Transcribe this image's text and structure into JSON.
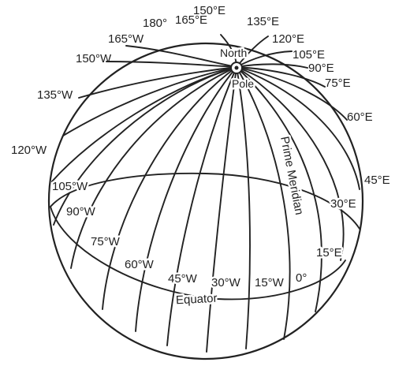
{
  "labels": {
    "north": "North",
    "pole": "Pole",
    "prime_meridian": "Prime Meridian",
    "equator": "Equator"
  },
  "longitudes": {
    "e150": "150°E",
    "e165": "165°E",
    "l180": "180°",
    "w165": "165°W",
    "e135": "135°E",
    "e120": "120°E",
    "w150": "150°W",
    "e105": "105°E",
    "e90": "90°E",
    "e75": "75°E",
    "w135": "135°W",
    "e60": "60°E",
    "w120": "120°W",
    "e45": "45°E",
    "w105": "105°W",
    "e30": "30°E",
    "w90": "90°W",
    "w75": "75°W",
    "e15": "15°E",
    "w60": "60°W",
    "w45": "45°W",
    "w30": "30°W",
    "w15": "15°W",
    "zero": "0°"
  },
  "colors": {
    "ink": "#222222",
    "paper": "#ffffff"
  }
}
